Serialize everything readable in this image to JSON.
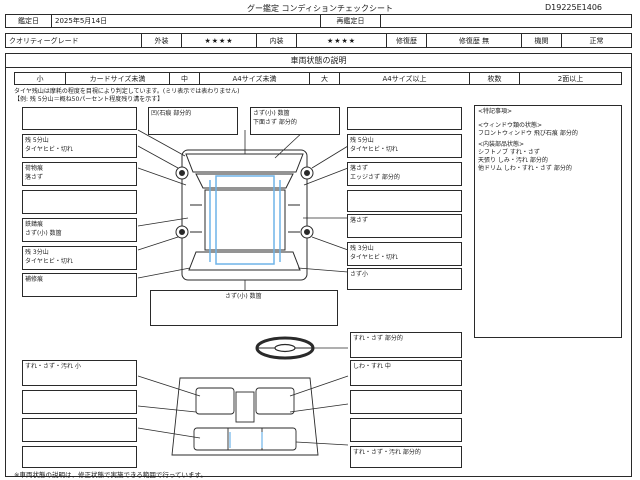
{
  "header": {
    "title": "グー鑑定 コンディションチェックシート",
    "doc_id": "D19225E1406"
  },
  "date_row": {
    "appraisal_label": "鑑定日",
    "appraisal_value": "2025年5月14日",
    "reappraisal_label": "再鑑定日",
    "reappraisal_value": ""
  },
  "grade_row": {
    "quality_label": "クオリティーグレード",
    "exterior_label": "外装",
    "exterior_stars": "★★★★",
    "interior_label": "内装",
    "interior_stars": "★★★★",
    "repair_label": "修復歴",
    "repair_value": "修復歴 無",
    "engine_label": "機関",
    "engine_value": "正常"
  },
  "section": {
    "title": "車両状態の説明"
  },
  "size_row": {
    "small": "小",
    "small_desc": "カードサイズ未満",
    "medium": "中",
    "medium_desc": "A4サイズ未満",
    "large": "大",
    "large_desc": "A4サイズ以上",
    "count_label": "枚数",
    "count_value": "2面以上"
  },
  "tire_note": {
    "line1": "タイヤ残山は摩耗の程度を目視により判定しています。(ミリ表示では表わりません)",
    "line2": "【例: 残 5分山＝概ね50パーセント程度残り溝を示す】"
  },
  "exterior_callouts": {
    "top_left": "",
    "top_center": [
      "凹(石痕 部分的",
      ""
    ],
    "top_right": [
      "さず(小) 数箇",
      "下面さず 部分的"
    ],
    "front_left_tire": [
      "残 5分山",
      "タイヤヒビ・切れ"
    ],
    "front_right_tire": [
      "残 5分山",
      "タイヤヒビ・切れ"
    ],
    "left_front_door": [
      "荷物痕",
      "落さず"
    ],
    "right_front_fender": [
      "落さず",
      "エッジさず 部分的"
    ],
    "left_mid": [
      "鉄錆痕",
      "さず(小) 数箇"
    ],
    "right_mid": [
      "落さず",
      ""
    ],
    "rear_left_tire": [
      "残 3分山",
      "タイヤヒビ・切れ"
    ],
    "rear_right_tire": [
      "残 3分山",
      "タイヤヒビ・切れ"
    ],
    "rear_left": [
      "補修痕",
      ""
    ],
    "rear_right": [
      "さず小",
      ""
    ],
    "rear_bottom": "さず(小) 数箇",
    "blank_right_top": ""
  },
  "notes_panel": {
    "heading": "<特記事項>",
    "windshield_heading": "<ウィンドウ類の状態>",
    "windshield_text": "フロントウィンドウ 飛び石痕 部分的",
    "interior_heading": "<内装部品状態>",
    "interior_lines": [
      "シフトノブ すれ・さず",
      "天張り しみ・汚れ 部分的",
      "他ドリム しわ・すれ・さず 部分的"
    ]
  },
  "interior_callouts": {
    "steering": "すれ・さず 部分的",
    "left_seat": "すれ・さず・汚れ 小",
    "right_seat": "しわ・すれ 中",
    "left_2": "",
    "left_3": "",
    "right_3": "",
    "rear_right": "すれ・さず・汚れ 部分的",
    "rear_left": ""
  },
  "footer": {
    "note": "※車両状態の説明は、修正状態で実施できる範囲で行っています。"
  },
  "colors": {
    "line": "#2a2a2a",
    "highlight_blue": "#6fb4e8"
  },
  "icons": [
    "steering-wheel-icon",
    "car-top-view-diagram",
    "car-interior-diagram"
  ]
}
